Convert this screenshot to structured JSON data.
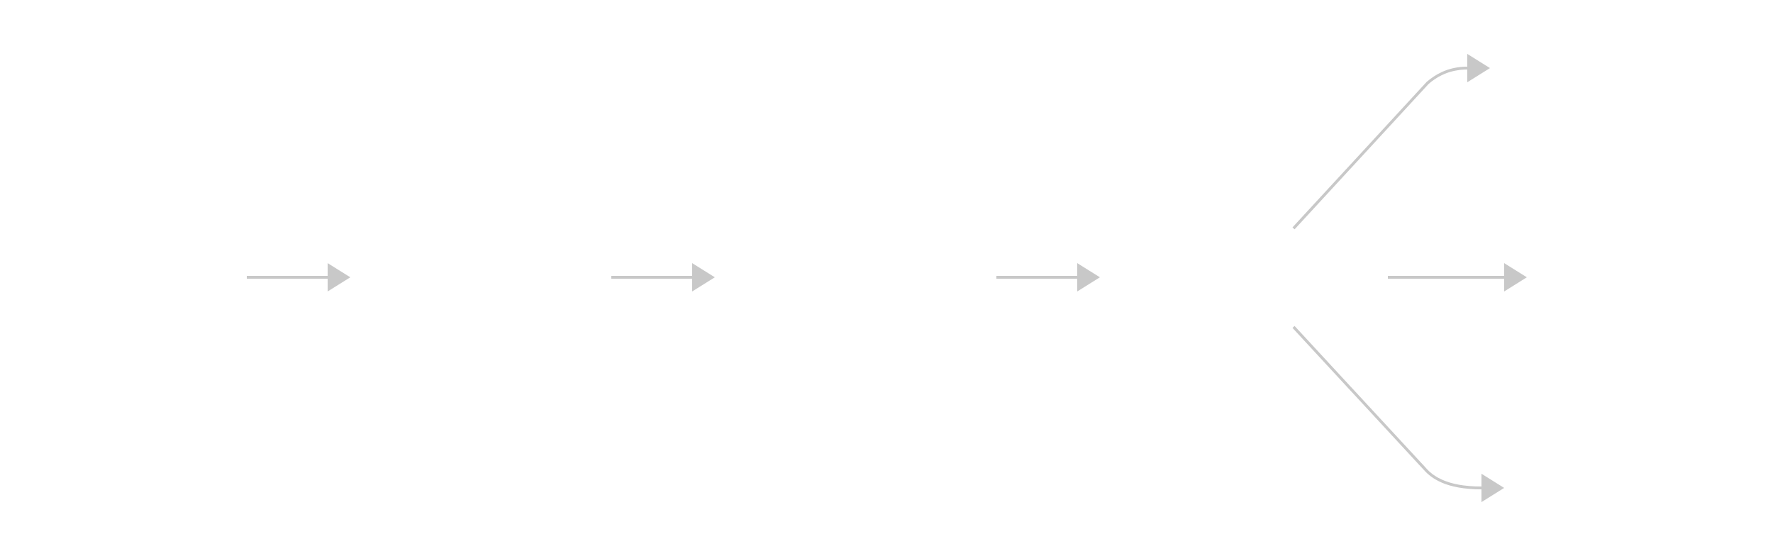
{
  "diagram": {
    "type": "flow-connectors",
    "colors": {
      "background": "#ffffff",
      "connector": "#c8c8c8"
    },
    "connectors": [
      {
        "id": "connector-1",
        "kind": "straight",
        "direction": "right"
      },
      {
        "id": "connector-2",
        "kind": "straight",
        "direction": "right"
      },
      {
        "id": "connector-3",
        "kind": "straight",
        "direction": "right"
      },
      {
        "id": "branch-upper",
        "kind": "curved",
        "direction": "up-right"
      },
      {
        "id": "branch-middle",
        "kind": "straight",
        "direction": "right"
      },
      {
        "id": "branch-lower",
        "kind": "curved",
        "direction": "down-right"
      }
    ],
    "node_labels": []
  }
}
